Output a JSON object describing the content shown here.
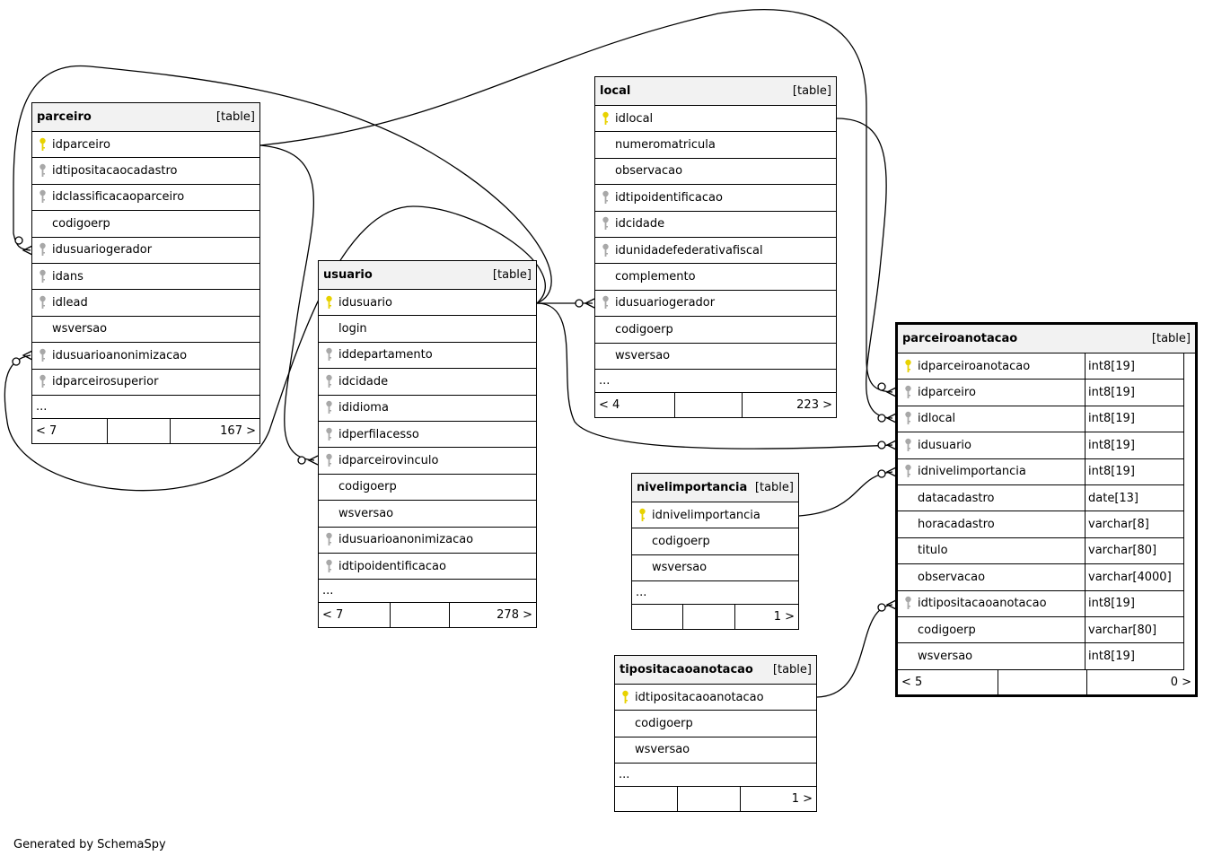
{
  "footer_credit": "Generated by SchemaSpy",
  "tables": {
    "parceiro": {
      "name": "parceiro",
      "type": "[table]",
      "columns": [
        {
          "name": "idparceiro",
          "key": "pk"
        },
        {
          "name": "idtipositacaocadastro",
          "key": "fk"
        },
        {
          "name": "idclassificacaoparceiro",
          "key": "fk"
        },
        {
          "name": "codigoerp",
          "key": ""
        },
        {
          "name": "idusuariogerador",
          "key": "fk"
        },
        {
          "name": "idans",
          "key": "fk"
        },
        {
          "name": "idlead",
          "key": "fk"
        },
        {
          "name": "wsversao",
          "key": ""
        },
        {
          "name": "idusuarioanonimizacao",
          "key": "fk"
        },
        {
          "name": "idparceirosuperior",
          "key": "fk"
        }
      ],
      "more": "...",
      "parents": "< 7",
      "children": "167 >"
    },
    "usuario": {
      "name": "usuario",
      "type": "[table]",
      "columns": [
        {
          "name": "idusuario",
          "key": "pk"
        },
        {
          "name": "login",
          "key": ""
        },
        {
          "name": "iddepartamento",
          "key": "fk"
        },
        {
          "name": "idcidade",
          "key": "fk"
        },
        {
          "name": "ididioma",
          "key": "fk"
        },
        {
          "name": "idperfilacesso",
          "key": "fk"
        },
        {
          "name": "idparceirovinculo",
          "key": "fk"
        },
        {
          "name": "codigoerp",
          "key": ""
        },
        {
          "name": "wsversao",
          "key": ""
        },
        {
          "name": "idusuarioanonimizacao",
          "key": "fk"
        },
        {
          "name": "idtipoidentificacao",
          "key": "fk"
        }
      ],
      "more": "...",
      "parents": "< 7",
      "children": "278 >"
    },
    "local": {
      "name": "local",
      "type": "[table]",
      "columns": [
        {
          "name": "idlocal",
          "key": "pk"
        },
        {
          "name": "numeromatricula",
          "key": ""
        },
        {
          "name": "observacao",
          "key": ""
        },
        {
          "name": "idtipoidentificacao",
          "key": "fk"
        },
        {
          "name": "idcidade",
          "key": "fk"
        },
        {
          "name": "idunidadefederativafiscal",
          "key": "fk"
        },
        {
          "name": "complemento",
          "key": ""
        },
        {
          "name": "idusuariogerador",
          "key": "fk"
        },
        {
          "name": "codigoerp",
          "key": ""
        },
        {
          "name": "wsversao",
          "key": ""
        }
      ],
      "more": "...",
      "parents": "< 4",
      "children": "223 >"
    },
    "nivelimportancia": {
      "name": "nivelimportancia",
      "type": "[table]",
      "columns": [
        {
          "name": "idnivelimportancia",
          "key": "pk"
        },
        {
          "name": "codigoerp",
          "key": ""
        },
        {
          "name": "wsversao",
          "key": ""
        }
      ],
      "more": "...",
      "parents": "",
      "children": "1 >"
    },
    "tipositacaoanotacao": {
      "name": "tipositacaoanotacao",
      "type": "[table]",
      "columns": [
        {
          "name": "idtipositacaoanotacao",
          "key": "pk"
        },
        {
          "name": "codigoerp",
          "key": ""
        },
        {
          "name": "wsversao",
          "key": ""
        }
      ],
      "more": "...",
      "parents": "",
      "children": "1 >"
    },
    "parceiroanotacao": {
      "name": "parceiroanotacao",
      "type": "[table]",
      "columns": [
        {
          "name": "idparceiroanotacao",
          "key": "pk",
          "dtype": "int8[19]"
        },
        {
          "name": "idparceiro",
          "key": "fk",
          "dtype": "int8[19]"
        },
        {
          "name": "idlocal",
          "key": "fk",
          "dtype": "int8[19]"
        },
        {
          "name": "idusuario",
          "key": "fk",
          "dtype": "int8[19]"
        },
        {
          "name": "idnivelimportancia",
          "key": "fk",
          "dtype": "int8[19]"
        },
        {
          "name": "datacadastro",
          "key": "",
          "dtype": "date[13]"
        },
        {
          "name": "horacadastro",
          "key": "",
          "dtype": "varchar[8]"
        },
        {
          "name": "titulo",
          "key": "",
          "dtype": "varchar[80]"
        },
        {
          "name": "observacao",
          "key": "",
          "dtype": "varchar[4000]"
        },
        {
          "name": "idtipositacaoanotacao",
          "key": "fk",
          "dtype": "int8[19]"
        },
        {
          "name": "codigoerp",
          "key": "",
          "dtype": "varchar[80]"
        },
        {
          "name": "wsversao",
          "key": "",
          "dtype": "int8[19]"
        }
      ],
      "parents": "< 5",
      "children": "0 >"
    }
  },
  "colors": {
    "pk_key": "#e8d200",
    "fk_key": "#a8a8a8",
    "header_bg": "#f2f2f2",
    "line": "#000000"
  }
}
